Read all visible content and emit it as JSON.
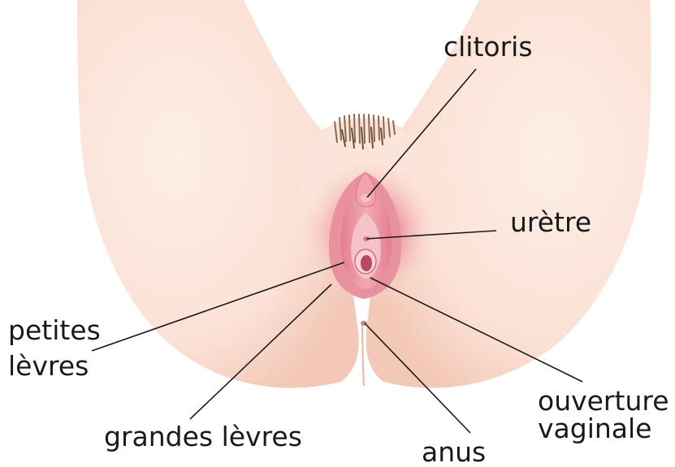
{
  "labels": {
    "clitoris": "clitoris",
    "uretre": "urètre",
    "petites_line1": "petites",
    "petites_line2": "lèvres",
    "grandes": "grandes lèvres",
    "anus": "anus",
    "ouverture_line1": "ouverture",
    "ouverture_line2": "vaginale"
  },
  "colors": {
    "skin": "#fbe3d8",
    "skin_shadow": "#f2c9b8",
    "labia_pink": "#e98ea0",
    "inner_pink": "#f4b6c0",
    "hair": "#8a6a4e",
    "text": "#1a1a1a"
  }
}
